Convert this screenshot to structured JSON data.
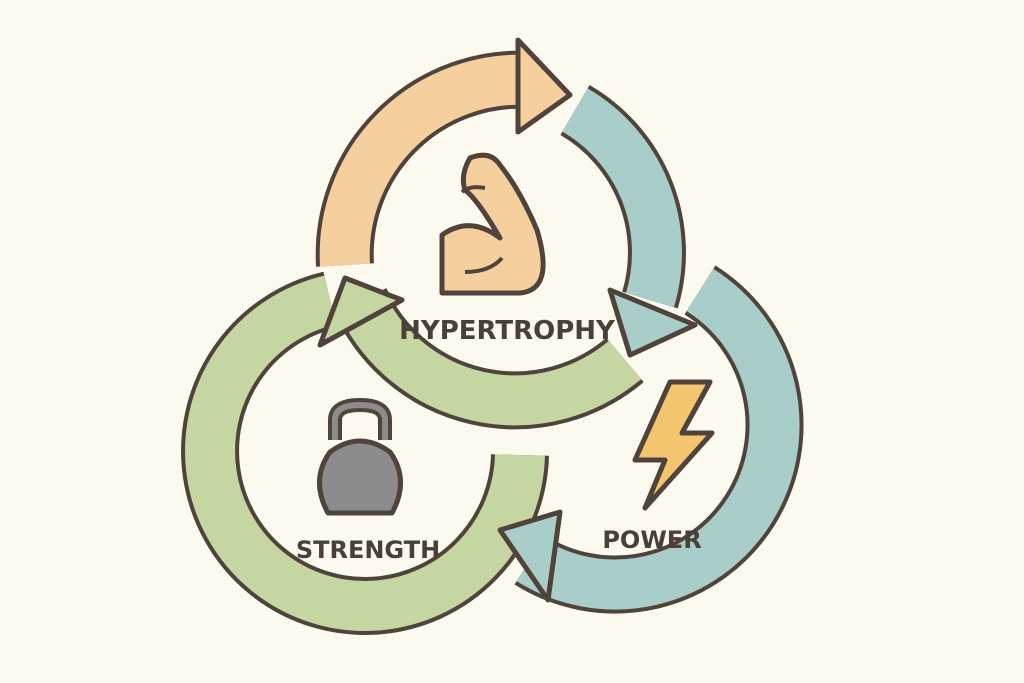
{
  "diagram": {
    "type": "cycle",
    "nodes": [
      {
        "id": "hypertrophy",
        "label": "HYPERTROPHY",
        "icon": "flexed-bicep-icon",
        "color": "#f5cf9e"
      },
      {
        "id": "power",
        "label": "POWER",
        "icon": "lightning-bolt-icon",
        "color": "#a9cdc8"
      },
      {
        "id": "strength",
        "label": "STRENGTH",
        "icon": "kettlebell-icon",
        "color": "#c5d6a2"
      }
    ],
    "edges": [
      {
        "from": "hypertrophy",
        "to": "power"
      },
      {
        "from": "power",
        "to": "strength"
      },
      {
        "from": "strength",
        "to": "hypertrophy"
      }
    ]
  },
  "colors": {
    "background": "#fcf9ee",
    "outline": "#4f433b",
    "hypertrophy_arrow": "#f5cf9e",
    "power_arrow": "#a9cdc8",
    "strength_arrow": "#c5d6a2",
    "bolt": "#f3c56f",
    "kettlebell": "#8c8c8c"
  }
}
